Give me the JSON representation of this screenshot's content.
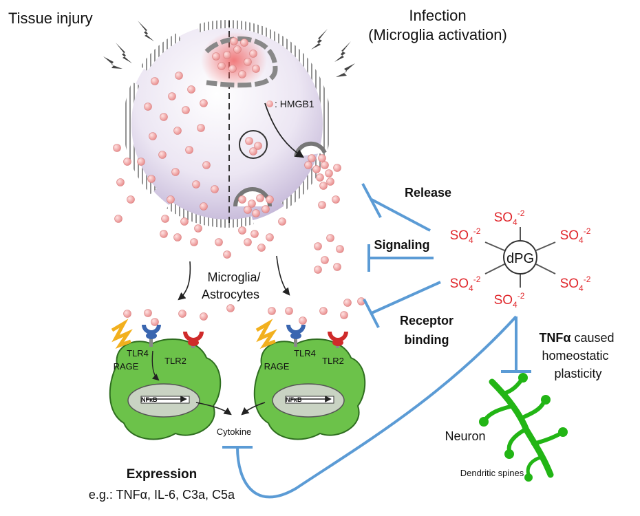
{
  "labels": {
    "tissue_injury": "Tissue injury",
    "infection_line1": "Infection",
    "infection_line2": "(Microglia activation)",
    "hmgb1": ": HMGB1",
    "microglia_line1": "Microglia/",
    "microglia_line2": "Astrocytes",
    "tlr4": "TLR4",
    "tlr2": "TLR2",
    "rage": "RAGE",
    "nfkb": "NFκB",
    "cytokine": "Cytokine",
    "expression_title": "Expression",
    "expression_examples": "e.g.: TNFα, IL-6, C3a, C5a",
    "release": "Release",
    "signaling": "Signaling",
    "receptor_line1": "Receptor",
    "receptor_line2": "binding",
    "dpg": "dPG",
    "sulfate_main": "SO",
    "sulfate_sub": "4",
    "sulfate_sup": "-2",
    "tnf_line1_bold": "TNFα",
    "tnf_line1_rest": " caused",
    "tnf_line2": "homeostatic",
    "tnf_line3": "plasticity",
    "neuron": "Neuron",
    "dendritic_spines": "Dendritic spines"
  },
  "colors": {
    "inhibition": "#5b9bd5",
    "sulfate": "#e0262b",
    "glia_fill": "#6cc24a",
    "neuron": "#22b515",
    "hmgb1_dot": "#f2a3a3"
  }
}
